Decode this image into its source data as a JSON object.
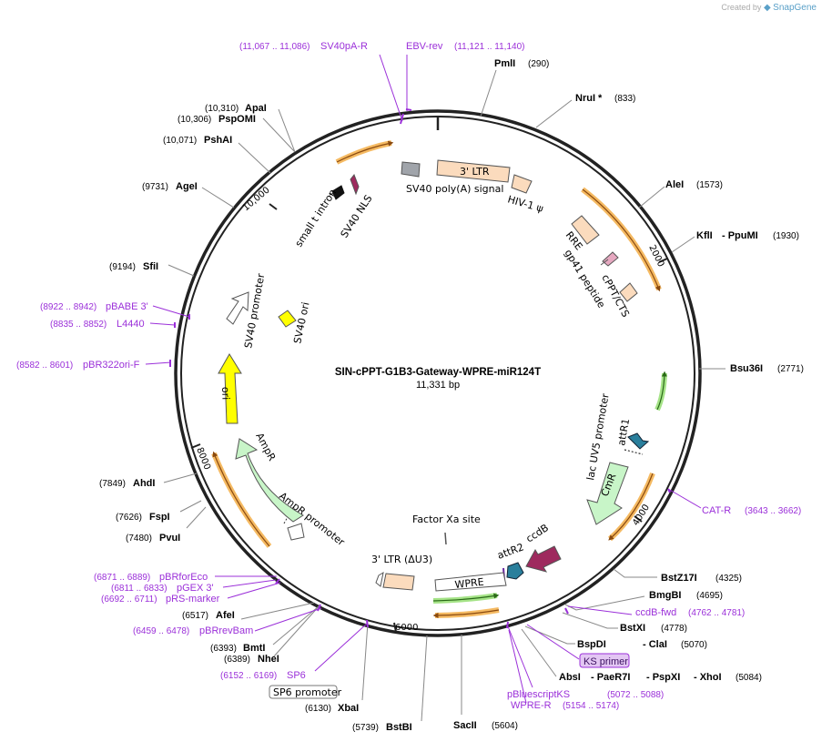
{
  "credit": {
    "prefix": "Created by",
    "brand": "SnapGene"
  },
  "plasmid": {
    "name": "SIN-cPPT-G1B3-Gateway-WPRE-miR124T",
    "length": "11,331 bp"
  },
  "ticks": [
    "2000",
    "4000",
    "6000",
    "8000",
    "10,000"
  ],
  "features": [
    "3' LTR",
    "HIV-1 ψ",
    "SV40 poly(A) signal",
    "RRE",
    "gp41 peptide",
    "cPPT/CTS",
    "attR1",
    "lac UV5 promoter",
    "CmR",
    "ccdB",
    "attR2",
    "WPRE",
    "3' LTR (ΔU3)",
    "Factor Xa site",
    "AmpR promoter",
    "AmpR",
    "ori",
    "SV40 promoter",
    "SV40 ori",
    "SV40 NLS",
    "small t intron"
  ],
  "sites": [
    {
      "name": "PmlI",
      "pos": "(290)"
    },
    {
      "name": "NruI *",
      "pos": "(833)"
    },
    {
      "name": "AleI",
      "pos": "(1573)"
    },
    {
      "name": "KflI",
      "name2": "- PpuMI",
      "pos": "(1930)"
    },
    {
      "name": "Bsu36I",
      "pos": "(2771)"
    },
    {
      "name": "BstZ17I",
      "pos": "(4325)"
    },
    {
      "name": "BmgBI",
      "pos": "(4695)"
    },
    {
      "name": "BstXI",
      "pos": "(4778)"
    },
    {
      "name": "BspDI",
      "name2": "- ClaI",
      "pos": "(5070)"
    },
    {
      "name": "AbsI",
      "name2": "- PaeR7I",
      "name3": "- PspXI",
      "name4": "- XhoI",
      "pos": "(5084)"
    },
    {
      "name": "SacII",
      "pos": "(5604)"
    },
    {
      "name": "BstBI",
      "pos": "(5739)"
    },
    {
      "name": "XbaI",
      "pos": "(6130)"
    },
    {
      "name": "NheI",
      "pos": "(6389)"
    },
    {
      "name": "BmtI",
      "pos": "(6393)"
    },
    {
      "name": "AfeI",
      "pos": "(6517)"
    },
    {
      "name": "PvuI",
      "pos": "(7480)"
    },
    {
      "name": "FspI",
      "pos": "(7626)"
    },
    {
      "name": "AhdI",
      "pos": "(7849)"
    },
    {
      "name": "SfiI",
      "pos": "(9194)"
    },
    {
      "name": "AgeI",
      "pos": "(9731)"
    },
    {
      "name": "PshAI",
      "pos": "(10,071)"
    },
    {
      "name": "PspOMI",
      "pos": "(10,306)"
    },
    {
      "name": "ApaI",
      "pos": "(10,310)"
    }
  ],
  "primers": [
    {
      "name": "SV40pA-R",
      "pos": "(11,067 .. 11,086)"
    },
    {
      "name": "EBV-rev",
      "pos": "(11,121 .. 11,140)"
    },
    {
      "name": "CAT-R",
      "pos": "(3643 .. 3662)"
    },
    {
      "name": "ccdB-fwd",
      "pos": "(4762 .. 4781)"
    },
    {
      "name": "KS primer",
      "pos": ""
    },
    {
      "name": "pBluescriptKS",
      "pos": "(5072 .. 5088)"
    },
    {
      "name": "WPRE-R",
      "pos": "(5154 .. 5174)"
    },
    {
      "name": "SP6",
      "pos": "(6152 .. 6169)"
    },
    {
      "name": "SP6 promoter",
      "pos": ""
    },
    {
      "name": "pBRrevBam",
      "pos": "(6459 .. 6478)"
    },
    {
      "name": "pRS-marker",
      "pos": "(6692 .. 6711)"
    },
    {
      "name": "pGEX 3'",
      "pos": "(6811 .. 6833)"
    },
    {
      "name": "pBRforEco",
      "pos": "(6871 .. 6889)"
    },
    {
      "name": "pBR322ori-F",
      "pos": "(8582 .. 8601)"
    },
    {
      "name": "L4440",
      "pos": "(8835 .. 8852)"
    },
    {
      "name": "pBABE 3'",
      "pos": "(8922 .. 8942)"
    }
  ],
  "colors": {
    "backbone": "#222222",
    "primer": "#9b30d9",
    "orf_orange": "#f2a93b",
    "ltr": "#fbdbbd",
    "ampr": "#c8f5c8",
    "ori": "#ffff00",
    "ccdb": "#9e2a5e",
    "att": "#2a7f9c",
    "sv40pa": "#a0a4aa"
  }
}
